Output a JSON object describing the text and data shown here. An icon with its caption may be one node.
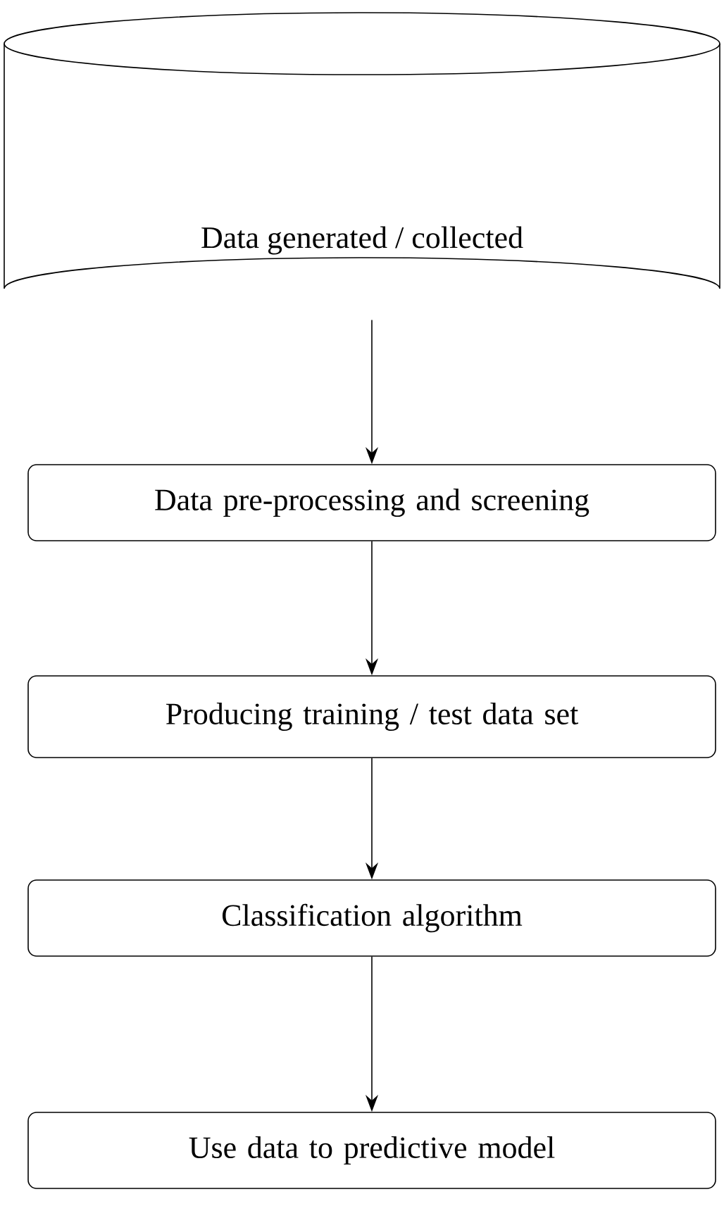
{
  "diagram": {
    "nodes": [
      {
        "text": [
          "Data generated / collected"
        ]
      },
      {
        "text": [
          "Data pre-processing and screening"
        ]
      },
      {
        "text": [
          "Producing training / test data set"
        ]
      },
      {
        "text": [
          "Classification algorithm"
        ]
      },
      {
        "text": [
          "Use data to predictive model"
        ]
      }
    ],
    "edges": [
      {
        "from": 0,
        "to": 1,
        "arrow": "to"
      },
      {
        "from": 1,
        "to": 2,
        "arrow": "to"
      },
      {
        "from": 2,
        "to": 3,
        "arrow": "to"
      },
      {
        "from": 3,
        "to": 4,
        "arrow": "to"
      }
    ]
  }
}
